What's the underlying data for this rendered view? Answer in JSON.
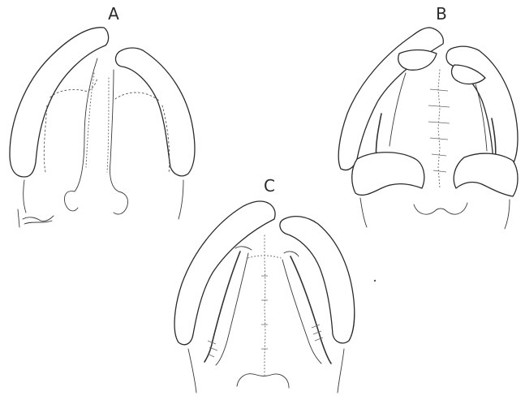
{
  "figure": {
    "panels": [
      {
        "id": "A",
        "label": "A"
      },
      {
        "id": "B",
        "label": "B"
      },
      {
        "id": "C",
        "label": "C"
      }
    ]
  },
  "colors": {
    "background": "#ffffff",
    "ink": "#2b2b2b"
  }
}
